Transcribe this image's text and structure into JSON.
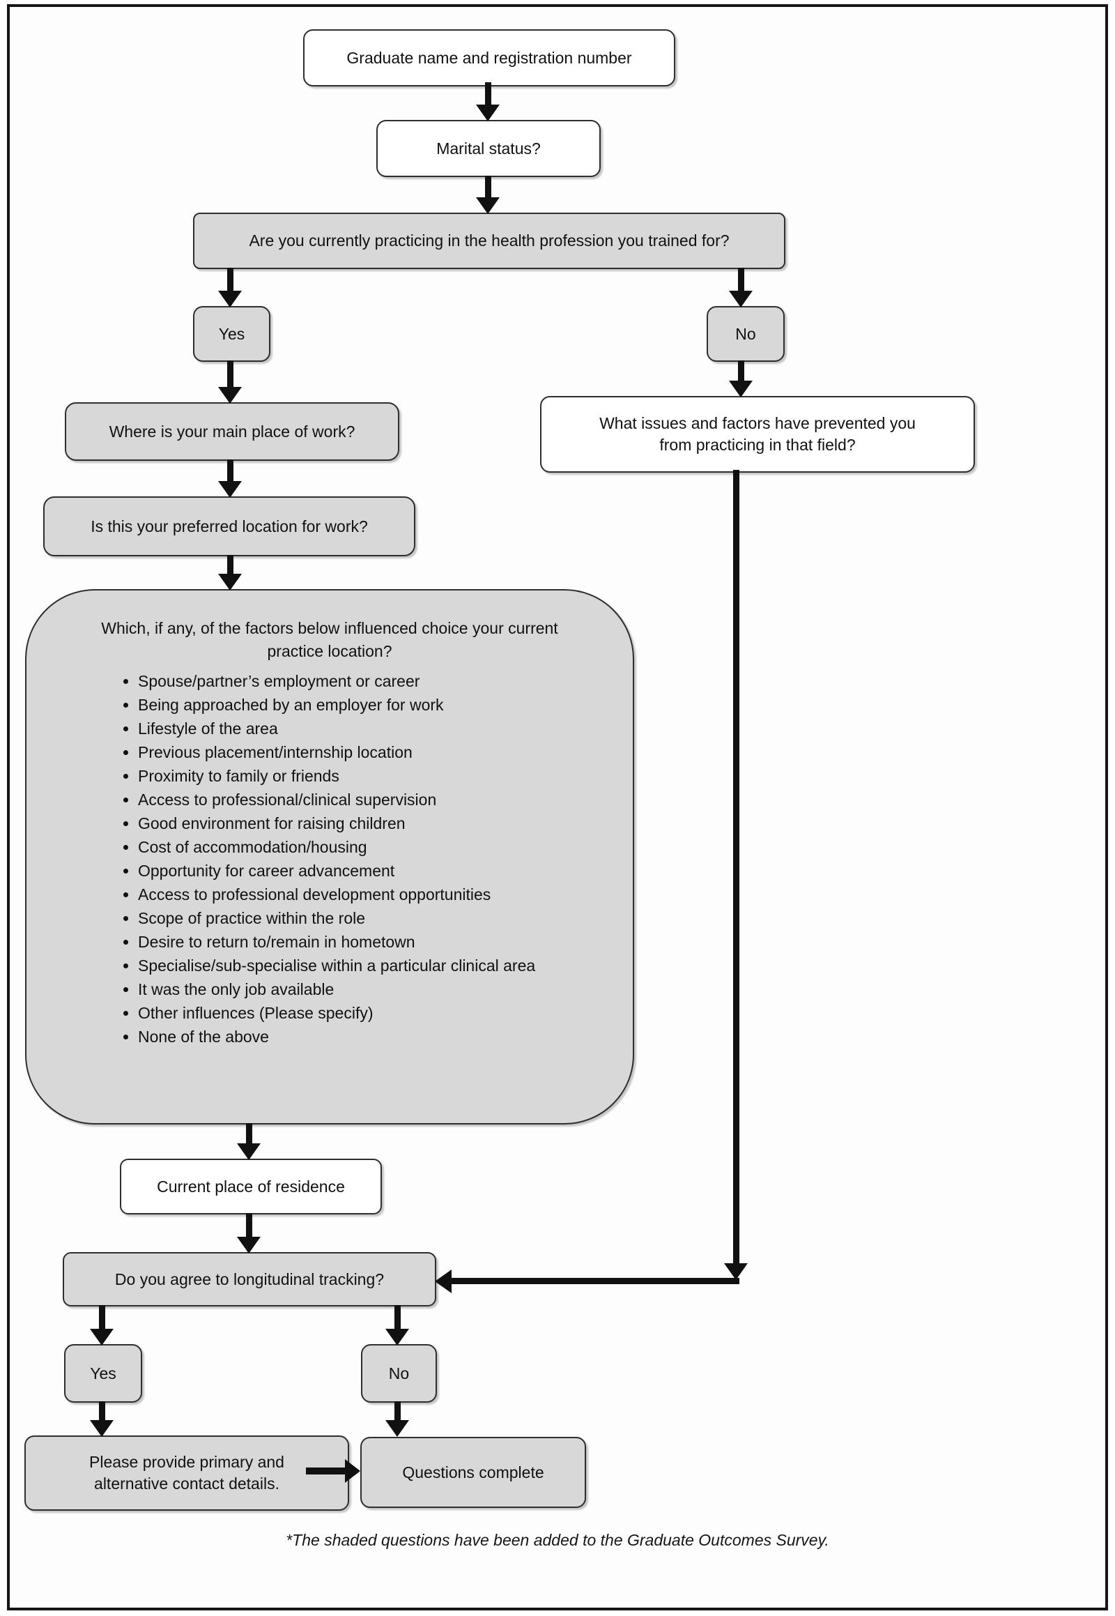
{
  "flowchart": {
    "nodes": {
      "graduate": "Graduate name and registration number",
      "marital": "Marital status?",
      "practicing": "Are you currently practicing in the health profession you trained for?",
      "yes_top": "Yes",
      "no_top": "No",
      "main_place": "Where is your main place of work?",
      "issues": "What issues and factors have prevented you from practicing in that field?",
      "preferred": "Is this your preferred location for work?",
      "factors_title": "Which, if any, of the factors below influenced choice your current practice location?",
      "factors": [
        "Spouse/partner’s employment or career",
        "Being approached by an employer for work",
        "Lifestyle of the area",
        "Previous placement/internship location",
        "Proximity to family or friends",
        "Access to professional/clinical supervision",
        "Good environment for raising children",
        "Cost of accommodation/housing",
        "Opportunity for career advancement",
        "Access to professional development opportunities",
        "Scope of practice within the role",
        "Desire to return to/remain in hometown",
        "Specialise/sub-specialise within a particular clinical area",
        "It was the only job available",
        "Other influences (Please specify)",
        "None of the above"
      ],
      "residence": "Current place of residence",
      "tracking": "Do you agree to longitudinal tracking?",
      "yes_bottom": "Yes",
      "no_bottom": "No",
      "contact": "Please provide primary and alternative contact details.",
      "complete": "Questions complete"
    },
    "footnote": "*The shaded questions have been added to the Graduate Outcomes Survey.",
    "colors": {
      "shaded_fill": "#d8d8d8",
      "plain_fill": "#ffffff",
      "outline": "#2e2e2e",
      "arrow": "#111111",
      "page_background": "#ffffff"
    }
  }
}
